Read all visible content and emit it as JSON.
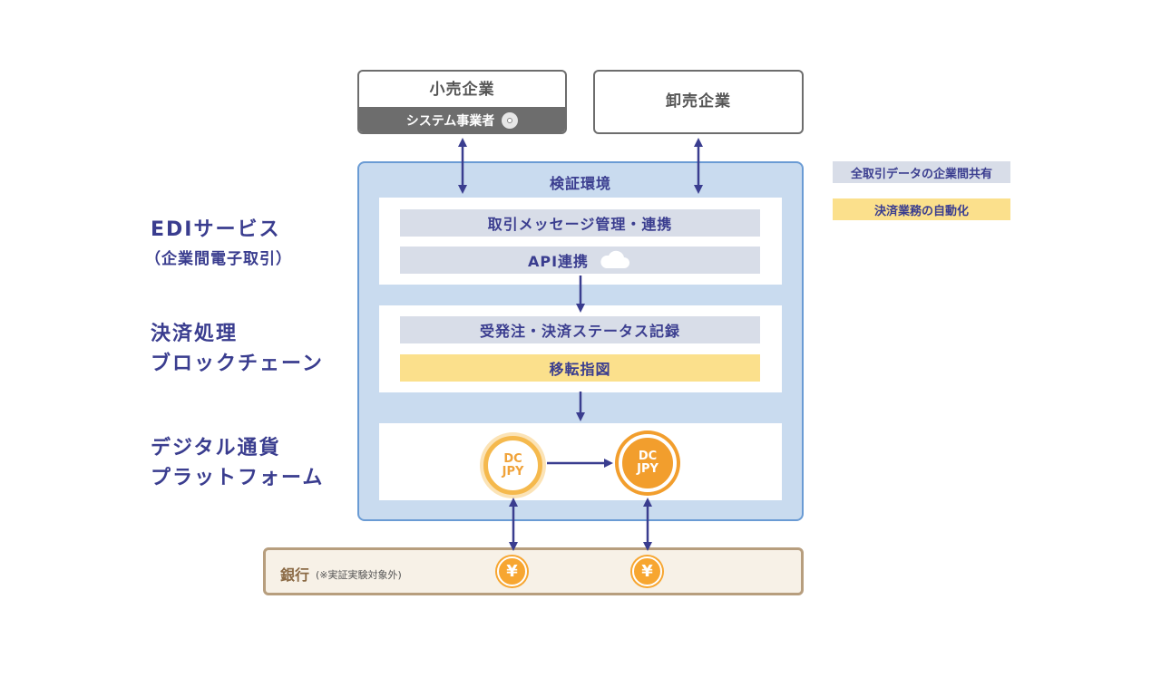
{
  "retail": {
    "title": "小売企業",
    "system_label": "システム事業者"
  },
  "wholesale": {
    "title": "卸売企業"
  },
  "environment": {
    "title": "検証環境",
    "edi_items": [
      "取引メッセージ管理・連携",
      "API連携"
    ],
    "blockchain_items": [
      "受発注・決済ステータス記録",
      "移転指図"
    ],
    "coin_from": {
      "line1": "DC",
      "line2": "JPY"
    },
    "coin_to": {
      "line1": "DC",
      "line2": "JPY"
    }
  },
  "left_labels": {
    "edi": {
      "line1": "EDIサービス",
      "line2": "（企業間電子取引）"
    },
    "blockchain": {
      "line1": "決済処理",
      "line2": "ブロックチェーン"
    },
    "platform": {
      "line1": "デジタル通貨",
      "line2": "プラットフォーム"
    }
  },
  "legend": {
    "gray": "全取引データの企業間共有",
    "yellow": "決済業務の自動化"
  },
  "bank": {
    "name": "銀行",
    "note": "(※実証実験対象外)",
    "yen_symbol": "¥"
  },
  "icons": [
    "disc-icon",
    "cloud-icon",
    "yen-coin-icon"
  ],
  "colors": {
    "navy": "#3a3d8f",
    "env_bg": "#c9dbef",
    "env_border": "#6a9bd4",
    "gray_pill": "#d8dde8",
    "yellow_pill": "#fbe08c",
    "coin_orange": "#f29e2d",
    "bank_bg": "#f7f1e7",
    "bank_border": "#b79e7e"
  }
}
